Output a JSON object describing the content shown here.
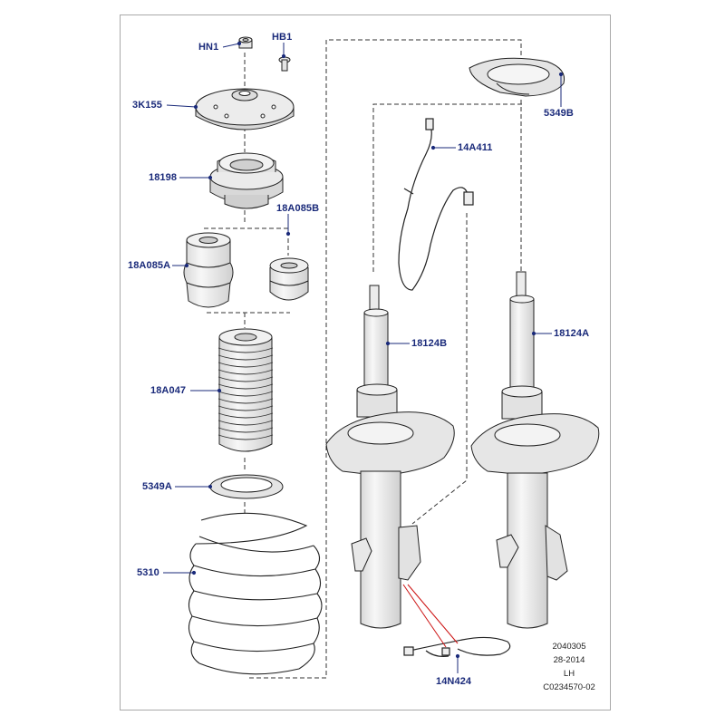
{
  "callouts": {
    "hn1": "HN1",
    "hb1": "HB1",
    "p3k155": "3K155",
    "p18198": "18198",
    "p18a085b": "18A085B",
    "p18a085a": "18A085A",
    "p18a047": "18A047",
    "p5349a": "5349A",
    "p5310": "5310",
    "p5349b": "5349B",
    "p14a411": "14A411",
    "p18124b": "18124B",
    "p18124a": "18124A",
    "p14n424": "14N424"
  },
  "reference": {
    "line1": "2040305",
    "line2": "28-2014",
    "line3": "LH",
    "line4": "C0234570-02"
  },
  "colors": {
    "part_fill": "#ececec",
    "part_shade": "#d4d4d4",
    "outline": "#222222",
    "label": "#1a2a7a",
    "callout_line": "#1a2a7a",
    "sensor_leader": "#cc1111",
    "frame": "#a9a9a9"
  }
}
